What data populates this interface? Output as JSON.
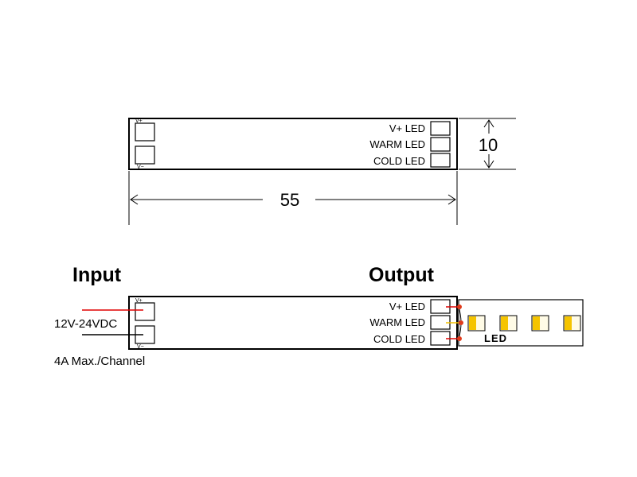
{
  "top_board": {
    "vplus": "V+",
    "vminus": "V−",
    "outputs": [
      "V+ LED",
      "WARM LED",
      "COLD LED"
    ],
    "dim_length": "55",
    "dim_height": "10"
  },
  "bottom_board": {
    "input_heading": "Input",
    "output_heading": "Output",
    "vplus": "V+",
    "vminus": "V−",
    "outputs": [
      "V+ LED",
      "WARM LED",
      "COLD LED"
    ],
    "voltage": "12V-24VDC",
    "current": "4A Max./Channel",
    "led_label": "LED"
  },
  "colors": {
    "positive_wire": "#e00000",
    "negative_wire": "#000000",
    "warm_wire": "#f2c200",
    "pad_dot": "#e03a1a",
    "led_warm": "#f5c400",
    "led_cold": "#fffbe6"
  }
}
